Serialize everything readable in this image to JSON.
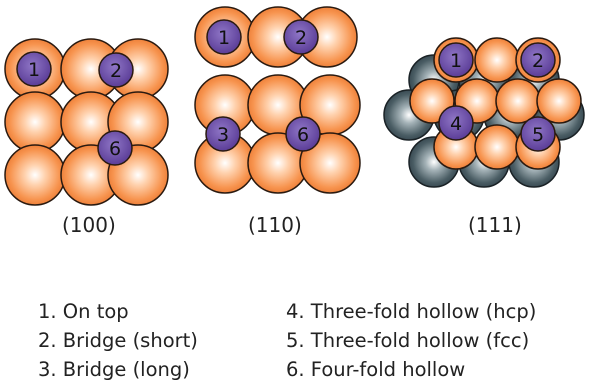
{
  "facets": [
    {
      "id": "100",
      "label": "(100)"
    },
    {
      "id": "110",
      "label": "(110)"
    },
    {
      "id": "111",
      "label": "(111)"
    }
  ],
  "site_markers": [
    "1",
    "2",
    "3",
    "4",
    "5",
    "6"
  ],
  "legend": [
    "1. On top",
    "2. Bridge (short)",
    "3. Bridge (long)",
    "4. Three-fold hollow (hcp)",
    "5. Three-fold hollow (fcc)",
    "6. Four-fold hollow"
  ],
  "colors": {
    "surface_atom": "#f7944f",
    "subsurface_atom": "#4a5d64",
    "adsorbate": "#6a4aa4",
    "outline": "#2a1a10"
  }
}
